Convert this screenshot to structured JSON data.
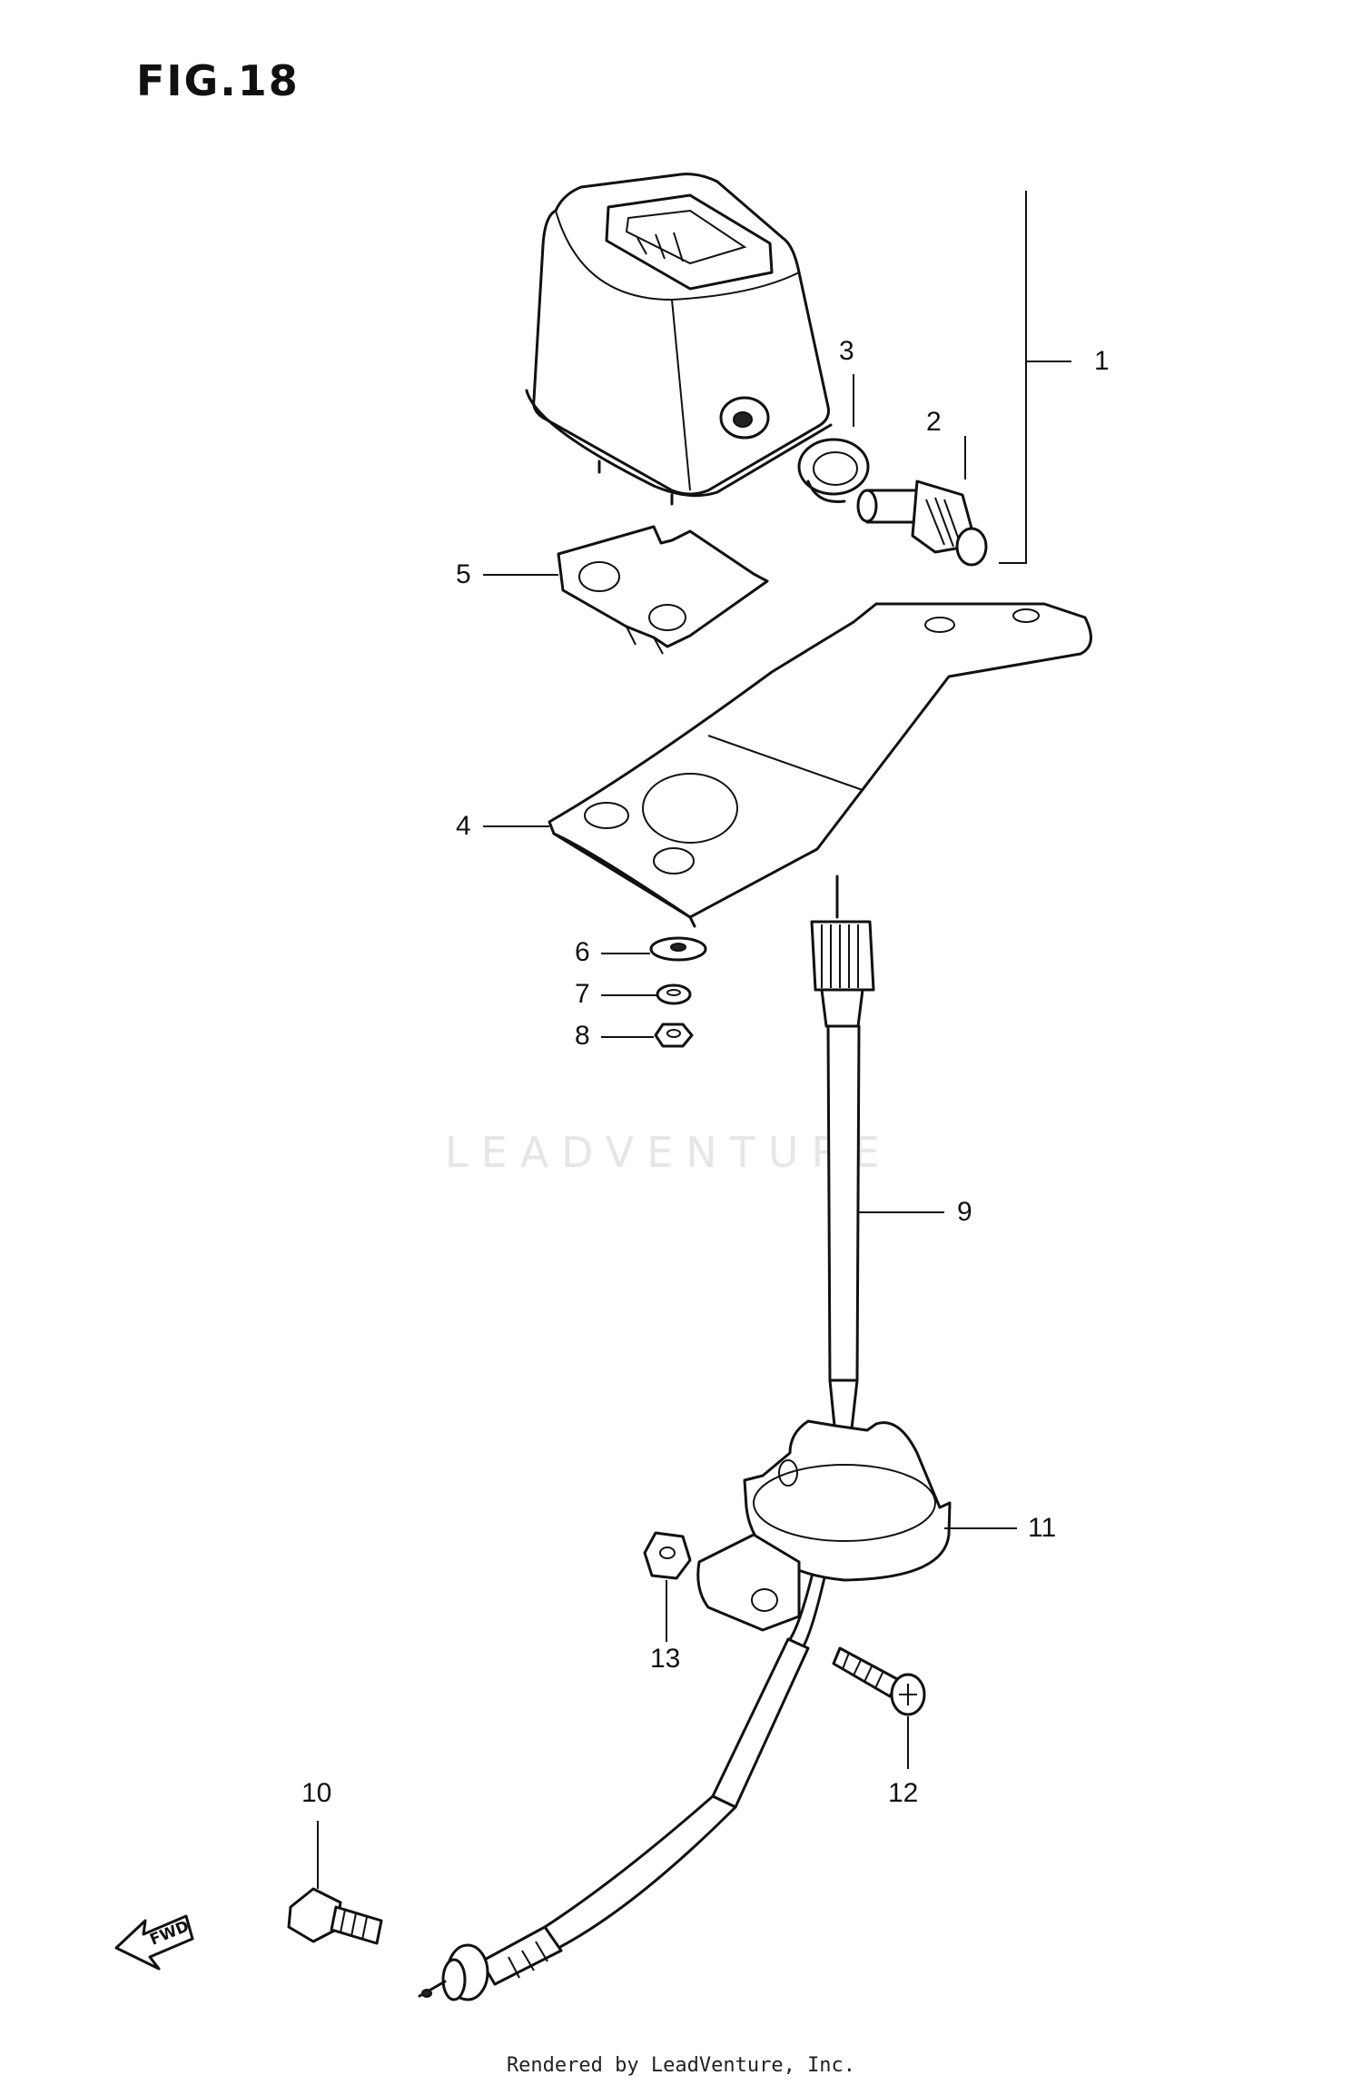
{
  "figure": {
    "title": "FIG.18"
  },
  "callouts": [
    {
      "id": "1",
      "label": "1"
    },
    {
      "id": "2",
      "label": "2"
    },
    {
      "id": "3",
      "label": "3"
    },
    {
      "id": "4",
      "label": "4"
    },
    {
      "id": "5",
      "label": "5"
    },
    {
      "id": "6",
      "label": "6"
    },
    {
      "id": "7",
      "label": "7"
    },
    {
      "id": "8",
      "label": "8"
    },
    {
      "id": "9",
      "label": "9"
    },
    {
      "id": "10",
      "label": "10"
    },
    {
      "id": "11",
      "label": "11"
    },
    {
      "id": "12",
      "label": "12"
    },
    {
      "id": "13",
      "label": "13"
    }
  ],
  "direction_arrow": {
    "label": "FWD"
  },
  "watermark": {
    "text": "LEADVENTURE"
  },
  "footer": {
    "text": "Rendered by LeadVenture, Inc."
  }
}
